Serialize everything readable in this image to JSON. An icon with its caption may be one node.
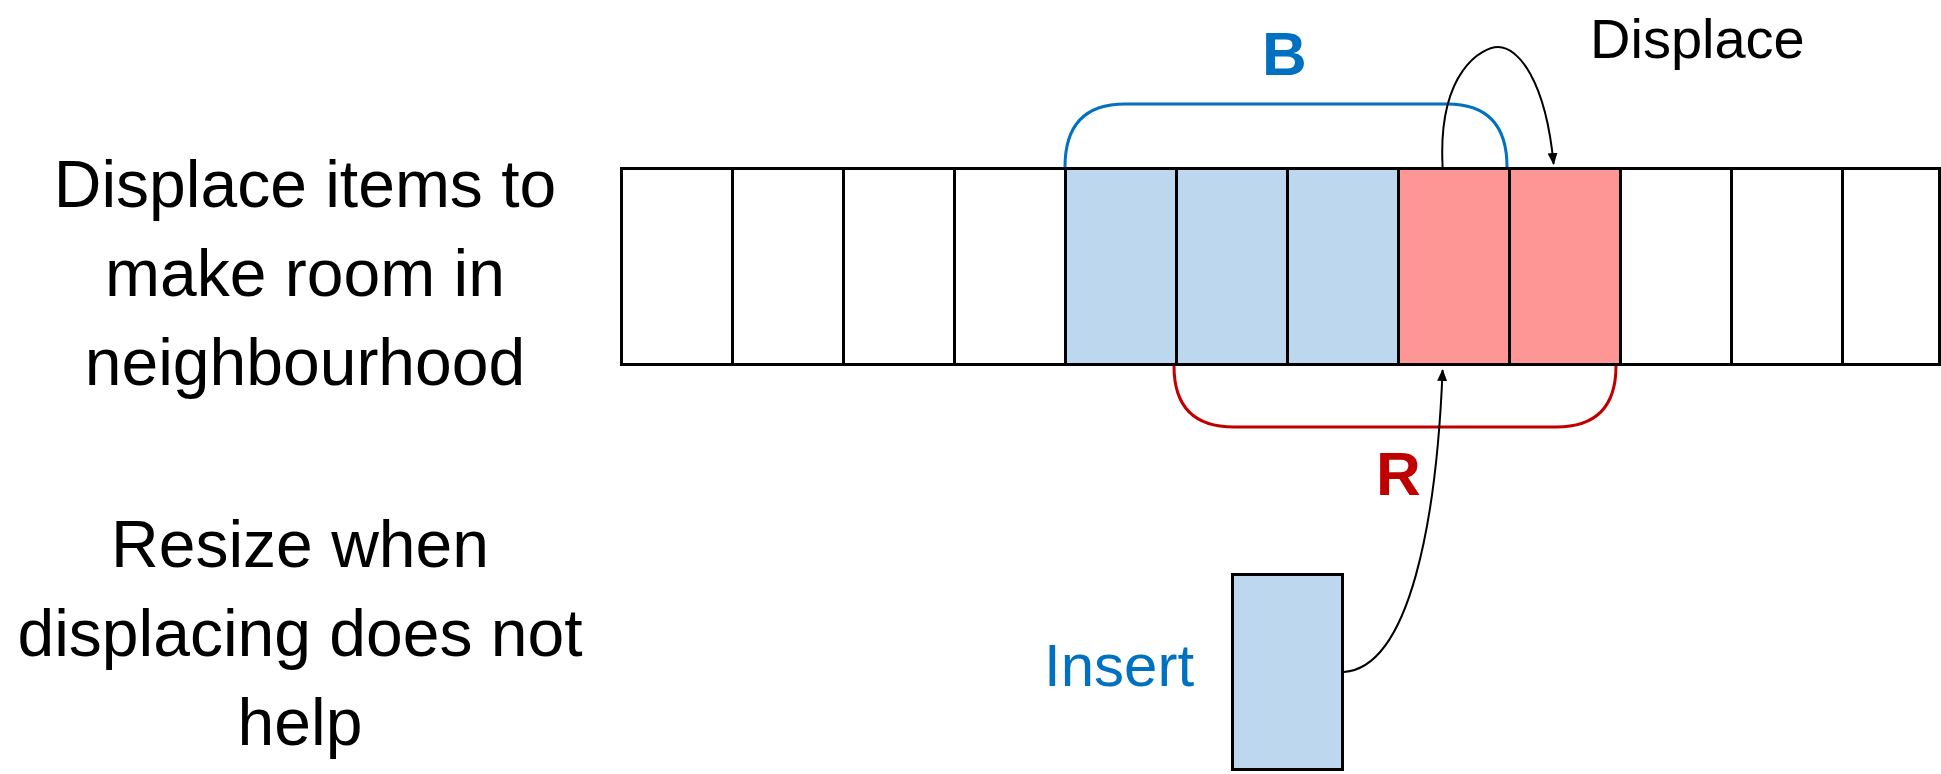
{
  "diagram": {
    "nodes": [
      {
        "text": [],
        "shape": "box"
      },
      {
        "text": [],
        "shape": "box"
      },
      {
        "text": [],
        "shape": "box"
      },
      {
        "text": [],
        "shape": "box"
      },
      {
        "text": [],
        "shape": "box"
      },
      {
        "text": [],
        "shape": "box"
      },
      {
        "text": [],
        "shape": "box"
      },
      {
        "text": [],
        "shape": "box"
      },
      {
        "text": [],
        "shape": "box"
      },
      {
        "text": [],
        "shape": "box"
      },
      {
        "text": [],
        "shape": "box"
      },
      {
        "text": [],
        "shape": "box"
      },
      {
        "text": [],
        "shape": "box",
        "beside": [
          "Insert"
        ]
      }
    ],
    "edges": [
      {
        "from": 7,
        "to": 8,
        "arrow": "to",
        "label": "Displace"
      },
      {
        "from": 12,
        "to": 7,
        "arrow": "to"
      }
    ],
    "labels": [
      "Displace items to make room in neighbourhood",
      "Resize when displacing does not help",
      "B",
      "R"
    ]
  }
}
